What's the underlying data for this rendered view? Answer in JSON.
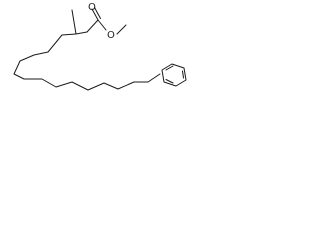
{
  "structure": {
    "atoms": [
      {
        "id": "carbonyl-o",
        "symbol": "O"
      },
      {
        "id": "ester-o",
        "symbol": "O"
      }
    ],
    "substituents": [
      "methyl",
      "methyl-ester",
      "phenyl"
    ],
    "colors": {
      "bond": "#1a1a1a",
      "background": "#ffffff"
    }
  }
}
